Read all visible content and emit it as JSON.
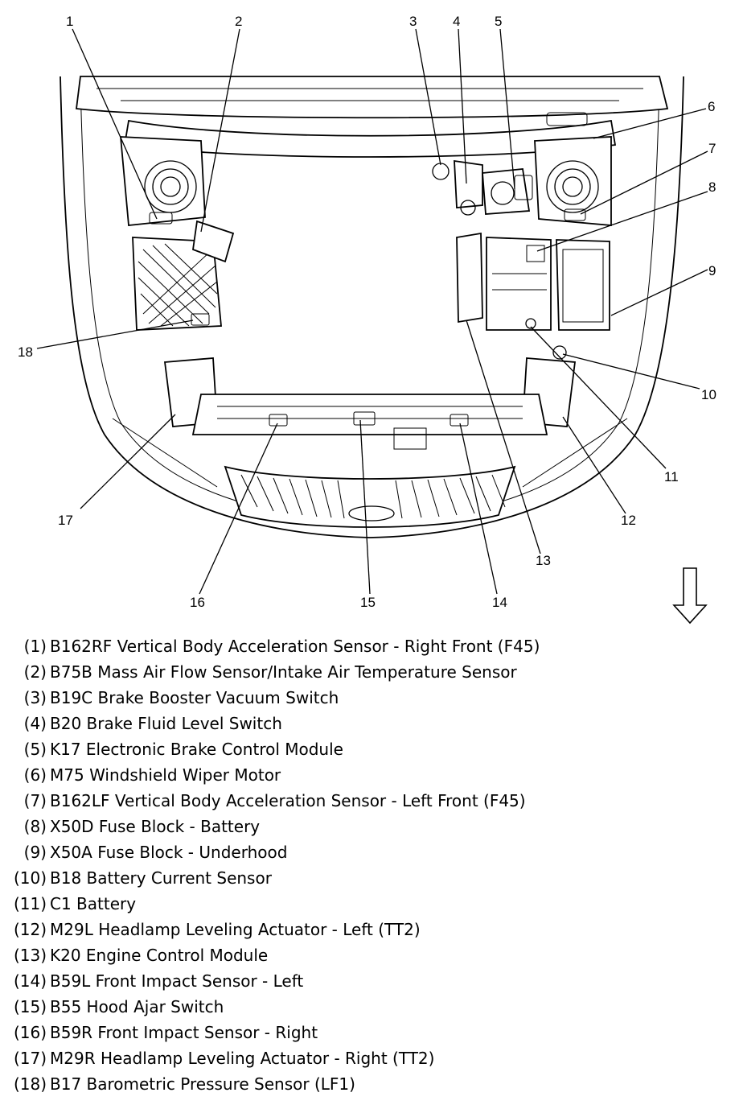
{
  "diagram": {
    "callouts": [
      "1",
      "2",
      "3",
      "4",
      "5",
      "6",
      "7",
      "8",
      "9",
      "10",
      "11",
      "12",
      "13",
      "14",
      "15",
      "16",
      "17",
      "18"
    ]
  },
  "legend": [
    {
      "num": "(1)",
      "text": "B162RF Vertical Body Acceleration Sensor - Right Front (F45)"
    },
    {
      "num": "(2)",
      "text": "B75B Mass Air Flow Sensor/Intake Air Temperature Sensor"
    },
    {
      "num": "(3)",
      "text": "B19C Brake Booster Vacuum Switch"
    },
    {
      "num": "(4)",
      "text": "B20 Brake Fluid Level Switch"
    },
    {
      "num": "(5)",
      "text": "K17 Electronic Brake Control Module"
    },
    {
      "num": "(6)",
      "text": "M75 Windshield Wiper Motor"
    },
    {
      "num": "(7)",
      "text": "B162LF Vertical Body Acceleration Sensor - Left Front (F45)"
    },
    {
      "num": "(8)",
      "text": "X50D Fuse Block - Battery"
    },
    {
      "num": "(9)",
      "text": "X50A Fuse Block - Underhood"
    },
    {
      "num": "(10)",
      "text": "B18 Battery Current Sensor"
    },
    {
      "num": "(11)",
      "text": "C1 Battery"
    },
    {
      "num": "(12)",
      "text": "M29L Headlamp Leveling Actuator - Left (TT2)"
    },
    {
      "num": "(13)",
      "text": "K20 Engine Control Module"
    },
    {
      "num": "(14)",
      "text": "B59L Front Impact Sensor - Left"
    },
    {
      "num": "(15)",
      "text": "B55 Hood Ajar Switch"
    },
    {
      "num": "(16)",
      "text": "B59R Front Impact Sensor - Right"
    },
    {
      "num": "(17)",
      "text": "M29R Headlamp Leveling Actuator - Right (TT2)"
    },
    {
      "num": "(18)",
      "text": "B17 Barometric Pressure Sensor (LF1)"
    }
  ]
}
